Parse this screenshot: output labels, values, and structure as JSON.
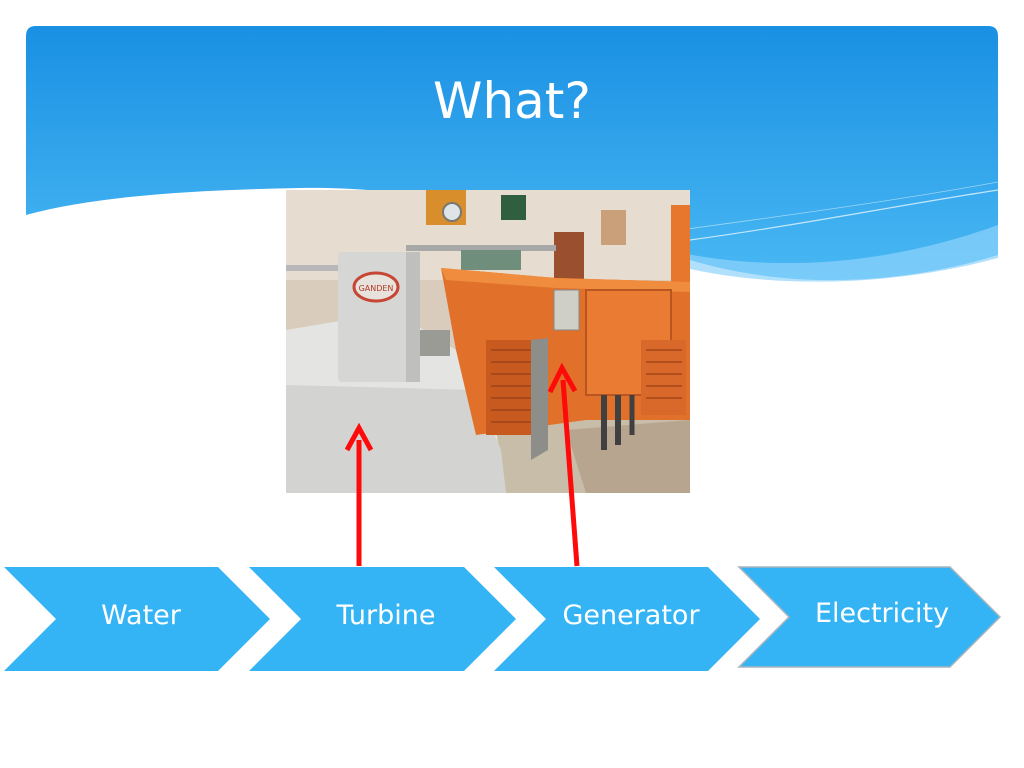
{
  "slide": {
    "title": "What?"
  },
  "photo": {
    "description_icon": "turbine-generator-photo",
    "logo_text": "GANDEN"
  },
  "process": {
    "steps": [
      {
        "label": "Water"
      },
      {
        "label": "Turbine"
      },
      {
        "label": "Generator"
      },
      {
        "label": "Electricity"
      }
    ]
  },
  "colors": {
    "header_blue": "#1e9ae8",
    "chevron_blue": "#35b4f5",
    "arrow_red": "#ff0a0a",
    "generator_orange": "#e8762a"
  }
}
